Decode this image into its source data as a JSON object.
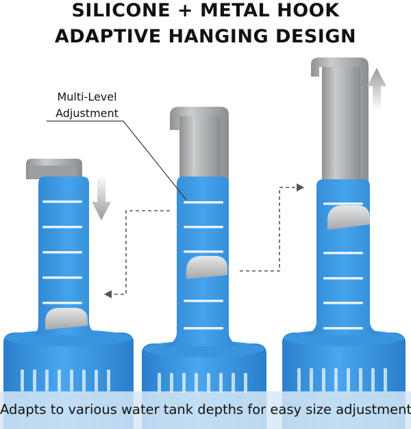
{
  "heading": {
    "line1": "SILICONE + METAL HOOK",
    "line2": "ADAPTIVE HANGING DESIGN"
  },
  "callout": {
    "line1": "Multi-Level",
    "line2": "Adjustment"
  },
  "caption": "Adapts to various water tank depths for easy size adjustment",
  "colors": {
    "strap": "#3d9be6",
    "strap_dark": "#2f86d0",
    "slot": "#e8f3fc",
    "metal": "#a9acae",
    "metal_light": "#d6d8d9",
    "arrow": "#a6a6a6",
    "caption_band": "#d6e8f6"
  },
  "icons": {
    "down-arrow": "down-arrow-icon",
    "up-arrow": "up-arrow-icon"
  }
}
